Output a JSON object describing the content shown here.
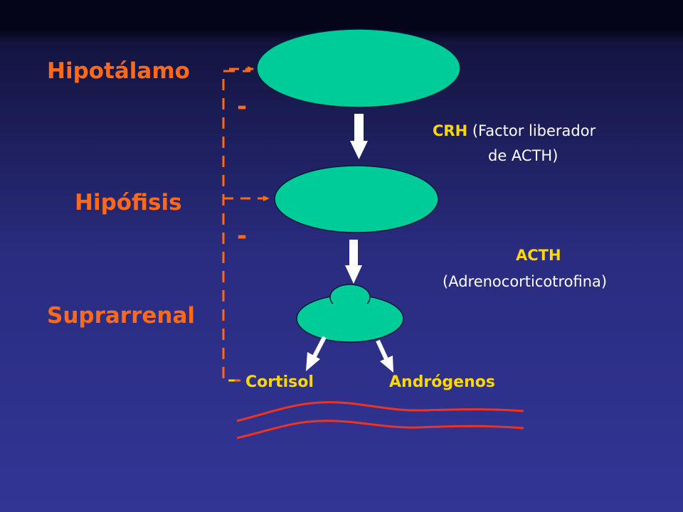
{
  "organs": {
    "hypothalamus": "Hipotálamo",
    "pituitary": "Hipófisis",
    "adrenal": "Suprarrenal"
  },
  "hormones": {
    "crh_abbr": "CRH",
    "crh_desc_1": "(Factor liberador",
    "crh_desc_2": "de ACTH)",
    "acth_abbr": "ACTH",
    "acth_desc": "(Adrenocorticotrofina)"
  },
  "products": {
    "cortisol": "Cortisol",
    "androgens": "Andrógenos"
  },
  "feedback_signs": {
    "hypothalamus": "-",
    "pituitary": "-",
    "cortisol": "–"
  },
  "colors": {
    "organ_fill": "#00cc99",
    "organ_label": "#ff6a1a",
    "feedback_line": "#ff6a1a",
    "hormone_abbr": "#ffd700",
    "arrow": "#ffffff",
    "blood_waves": "#ee3322"
  }
}
